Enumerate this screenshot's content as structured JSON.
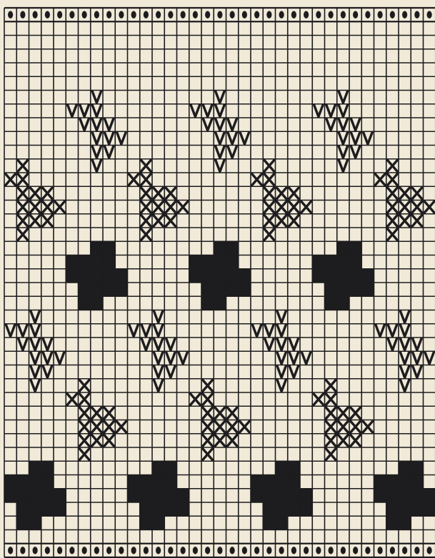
{
  "pattern": {
    "colors": {
      "paper": "#f1ead9",
      "ink": "#1d1c1e"
    },
    "grid": {
      "cols": 35,
      "rows": 40
    },
    "hole_rows": [
      0,
      39
    ],
    "motifs": {
      "fir_v": {
        "mark": "v",
        "cells": [
          [
            2,
            0
          ],
          [
            0,
            1
          ],
          [
            1,
            1
          ],
          [
            2,
            1
          ],
          [
            1,
            2
          ],
          [
            2,
            2
          ],
          [
            3,
            2
          ],
          [
            2,
            3
          ],
          [
            3,
            3
          ],
          [
            4,
            3
          ],
          [
            2,
            4
          ],
          [
            3,
            4
          ],
          [
            2,
            5
          ]
        ]
      },
      "flower_x": {
        "mark": "x",
        "cells": [
          [
            1,
            0
          ],
          [
            0,
            1
          ],
          [
            1,
            1
          ],
          [
            1,
            2
          ],
          [
            2,
            2
          ],
          [
            3,
            2
          ],
          [
            1,
            3
          ],
          [
            2,
            3
          ],
          [
            3,
            3
          ],
          [
            4,
            3
          ],
          [
            1,
            4
          ],
          [
            2,
            4
          ],
          [
            3,
            4
          ],
          [
            1,
            5
          ]
        ]
      },
      "block_cross": {
        "mark": "solid",
        "cells": [
          [
            2,
            0
          ],
          [
            3,
            0
          ],
          [
            0,
            1
          ],
          [
            1,
            1
          ],
          [
            2,
            1
          ],
          [
            3,
            1
          ],
          [
            0,
            2
          ],
          [
            1,
            2
          ],
          [
            2,
            2
          ],
          [
            3,
            2
          ],
          [
            4,
            2
          ],
          [
            1,
            3
          ],
          [
            2,
            3
          ],
          [
            3,
            3
          ],
          [
            4,
            3
          ],
          [
            1,
            4
          ],
          [
            2,
            4
          ]
        ]
      }
    },
    "placements": [
      {
        "motif": "fir_v",
        "col": 5,
        "row": 6
      },
      {
        "motif": "fir_v",
        "col": 15,
        "row": 6
      },
      {
        "motif": "fir_v",
        "col": 25,
        "row": 6
      },
      {
        "motif": "flower_x",
        "col": 0,
        "row": 11
      },
      {
        "motif": "flower_x",
        "col": 10,
        "row": 11
      },
      {
        "motif": "flower_x",
        "col": 20,
        "row": 11
      },
      {
        "motif": "flower_x",
        "col": 30,
        "row": 11
      },
      {
        "motif": "block_cross",
        "col": 5,
        "row": 17
      },
      {
        "motif": "block_cross",
        "col": 15,
        "row": 17
      },
      {
        "motif": "block_cross",
        "col": 25,
        "row": 17
      },
      {
        "motif": "fir_v",
        "col": 0,
        "row": 22
      },
      {
        "motif": "fir_v",
        "col": 10,
        "row": 22
      },
      {
        "motif": "fir_v",
        "col": 20,
        "row": 22
      },
      {
        "motif": "fir_v",
        "col": 30,
        "row": 22
      },
      {
        "motif": "flower_x",
        "col": 5,
        "row": 27
      },
      {
        "motif": "flower_x",
        "col": 15,
        "row": 27
      },
      {
        "motif": "flower_x",
        "col": 25,
        "row": 27
      },
      {
        "motif": "block_cross",
        "col": 0,
        "row": 33
      },
      {
        "motif": "block_cross",
        "col": 10,
        "row": 33
      },
      {
        "motif": "block_cross",
        "col": 20,
        "row": 33
      },
      {
        "motif": "block_cross",
        "col": 30,
        "row": 33
      }
    ]
  }
}
